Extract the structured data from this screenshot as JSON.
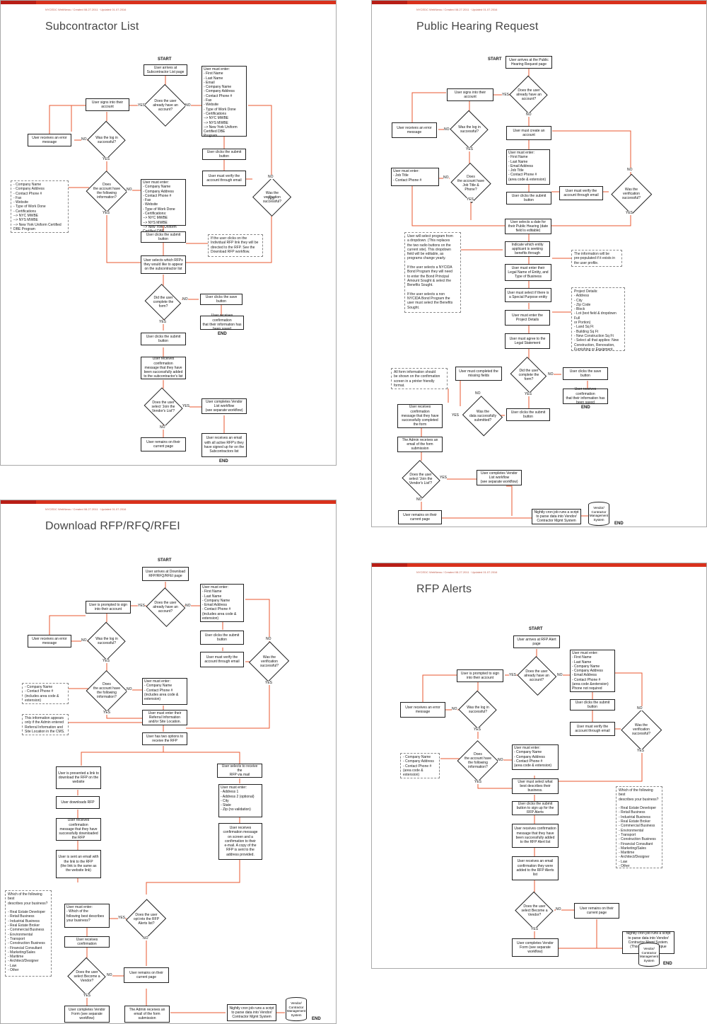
{
  "colors": {
    "accent": "#d9311c",
    "arrow": "#e8572f"
  },
  "meta_line": "NYCEDC WebNews / Created 08.27.2011 · Updated 01.07.2016",
  "common": {
    "start": "START",
    "end": "END",
    "yes": "YES",
    "no": "NO"
  },
  "subcontractor": {
    "title": "Subcontractor List",
    "arrive": "User arrives at\nSubcontractor List page",
    "has_account": "Does the user\nalready have an\naccount?",
    "signin": "User signs into their\naccount",
    "must_enter": "User must enter:\n- First Name\n- Last Name\n- Email\n- Company Name\n- Company Address\n- Contact Phone #\n-  Fax\n- Website\n- Type of Work Done\n- Certifications\n   --> NYC MWBE\n   --> NYS MWBE\n   --> New York Uniform\n         Certified DBE\n         Program",
    "error": "User receives an error\nmessage",
    "login_ok": "Was the log in\nsuccessful?",
    "clicks_submit": "User clicks the submit\nbutton",
    "verify": "User must verify the\naccount through email",
    "verify_ok": "Was the\nverification\nsuccessful?",
    "has_info": "Does\nthe account have\nthe following\ninformation?",
    "info_list": "- Company Name\n- Company Address\n- Contact Phone #\n- Fax\n- Website\n- Type of Work Done\n- Certifications\n   --> NYC MWBE\n   --> NYS MWBE\n   --> New York Uniform Certified\n         DBE Program",
    "must_enter2": "User must enter:\n- Company Name\n- Company Address\n- Contact Phone #\n-  Fax\n- Website\n- Type of Work Done\n- Certifications:\n   --> NYC MWBE\n   --> NYS MWBE\n   --> New York Uniform\n         Certified DBE\n         Program",
    "clicks_submit2": "User clicks the submit\nbutton",
    "note_rfp": "If the user clicks on the\nIndividual RFP link they will be\ndirected to the RFP.  See the\nDownload RFP workflow.",
    "selects_rfps": "User selects which RFPs\nthey would like to appear\non the subcontractor list",
    "complete_form": "Did the user\ncomplete the\nform?",
    "clicks_save": "User clicks the save\nbutton",
    "saved_confirm": "User receives confirmation\nthat their information has\nbeen saved",
    "clicks_submit3": "User clicks the submit\nbutton",
    "added_confirm": "User receives confirmation\nmessage that they have\nbeen successfully added\nto the subcontractor's list",
    "join_vendor": "Does the user\nselect 'Join the\nVendor's List'?",
    "vendor_workflow": "User completes Vendor\nList workflow\n(see separate workflow)",
    "remains": "User remains on their\ncurrent page",
    "email_rfps": "User receives an email\nwith all active RFP's they\nhave signed up for on the\nSubcontractors list"
  },
  "hearing": {
    "title": "Public Hearing Request",
    "arrive": "User arrives at the Public\nHearing Request page",
    "has_account": "Does the user\nalready have an\naccount?",
    "signin": "User signs into their\naccount",
    "error": "User receives an error\nmessage",
    "login_ok": "Was the log in\nsuccessful?",
    "create": "User must create an\naccount",
    "must_enter": "User must enter:\n- First Name\n- Last Name\n- Email Address\n- Job Title\n- Contact Phone #\n  (area code & extension)",
    "must_enter_job": "User must enter:\n - Job Title\n - Contact Phone #",
    "has_job": "Does\nthe account have\nJob Title &\nPhone?",
    "clicks_submit": "User clicks the submit\nbutton",
    "verify": "User must verify the\naccount through email",
    "verify_ok": "Was the\nverification\nsuccessful?",
    "date": "User selects a date for\ntheir Public Hearing (date\nfield is editable)",
    "program_note": "User will select program from\na dropdown.  (This replaces\nthe two radio buttons on the\ncurrent site).  This dropdown\nfield will be editable, as\nprograms change yearly.\n\nIf the user selects a NYCIDA\nBond Program they will need\nto enter the Bond Principal\nAmount Sought & select the\nBenefits Sought.\n\nIf the user selects a non\nNYCIDA Bond Program the\nuser must select the  Benefits\nSought.",
    "indicate": "Indicate which entity\napplicant is seeking\nbenefits through",
    "prepop": "The information will be\npre-populated if it exists in\nthe user profile.",
    "legal_name": "User must enter their\nLegal Name of Entity, and\nType of Business",
    "special": "User must select if there is\na Special Purpose entity",
    "project_details": "Project Details:\n- Address\n- City\n- Zip Code\n- Block\n- Lot (text field & dropdown Full\n  or Portion)\n- Land Sq Ft\n- Building Sq Ft\n- New Construction Sq Ft\n- Select all that applies: New\n  Construction, Renovation,\n  Furnishing or Equipment.",
    "enter_project": "User must enter the\nProject Details",
    "agree": "User must agree to the\nLegal Statement",
    "printer_note": "All form information should\nbe shown on the confirmation\nscreen in a printer friendly\nformat.",
    "missing": "User must completed the\nmissing fields",
    "complete_form": "Did the user\ncomplete the\nform?",
    "clicks_save": "User clicks the save\nbutton",
    "saved_confirm": "User receives confirmation\nthat their information has\nbeen saved",
    "confirm_submitted": "User receives confirmation\nmessage that they have\nsuccessfully completed\nthe form",
    "submitted_ok": "Was the\ndata successfully\nsubmitted?",
    "clicks_submit2": "User clicks the submit\nbutton",
    "admin_email": "The Admin receives an\nemail of the form\nsubmission",
    "join_vendor": "Does the user\nselect 'Join the\nVendor's List'?",
    "vendor_workflow": "User completes Vendor\nList workflow\n(see separate workflow)",
    "remains": "User remains on their\ncurrent page",
    "cron": "Nightly cron job runs a script\nto parse data into Vendor/\nContractor Mgmt System",
    "vcms": "Vendor/\nContractor\nManagement\nSystem"
  },
  "download": {
    "title": "Download RFP/RFQ/RFEI",
    "arrive": "User arrives at Download\nRFP/RFQ/RFEI  page",
    "prompted": "User is prompted to sign\ninto their account",
    "has_account": "Does the user\nalready have an\naccount?",
    "must_enter": "User must enter:\n- First Name\n- Last Name\n- Company Name\n- Email Address\n- Contact Phone #\n  (includes area code &\n  extension)",
    "error": "User receives an error\nmessage",
    "login_ok": "Was the log in\nsuccessful?",
    "clicks_submit": "User clicks the submit\nbutton",
    "verify": "User must verify the\naccount through email",
    "verify_ok": "Was the\nverification\nsuccessful?",
    "info_list": "- Company Name\n- Contact Phone #\n  (includes area code &\n  extension)",
    "has_info": "Does\nthe account have\nthe following\ninformation?",
    "must_enter2": "User must enter:\n- Company Name\n- Contact Phone #\n  (includes area code &\n  extension)",
    "referral_note": "This information appears\nonly if the Admin entered\nReferral Information and\nSite Location in the CMS.",
    "referral": "User must enter their\nReferral Information\nand/or Site Location.",
    "two_options": "User has two options to\nreceive the RFP",
    "link": "User is presented a link to\ndownload the RFP on the\nwebsite",
    "via_mail": "User selects to receive the\nRFP via mail",
    "downloads": "User downloads RFP",
    "address": "User must enter:\n- Address 1\n- Address 2 (optional)\n- City\n- State\n- Zip (no validation)",
    "dl_confirm": "User receives confirmation\nmessage that they have\nsuccessfully downloaded\nthe RFP",
    "mail_confirm": "User receives\nconfirmation message\non screen and a\nconfirmation to their\ne-mail. A copy of the\nRFP is sent to the\naddress provided.",
    "email_link": "User is sent an email with\nthe link to the RFP\n(the link is the same as\nthe website link)",
    "business_note": "Which of the following best\ndescribes your business?\n\n- Real Estate Developer\n- Retail Business\n- Industrial Business\n- Real Estate Broker\n- Commercial Business\n- Environmental\n- Transport\n- Construction Business\n- Financial Consultant\n- Marketing/Sales\n- Maritime\n- Architect/Designer\n- Law\n- Other",
    "must_enter_biz": "User must enter:\n- Which of the\n  following best describes\n  your business?",
    "opt_in": "Does the user\nopt into the RFP\nAlerts list?",
    "receives_confirm": "User receives confirmation",
    "become_vendor": "Does the user\nselect Become a\nVendor?",
    "remains": "User remains on their\ncurrent page",
    "vendor_form": "User completes Vendor\nForm (see separate\nworkflow)",
    "admin_email": "The Admin receives an\nemail of the form\nsubmission",
    "cron": "Nightly cron job runs a script\nto parse data into Vendor/\nContractor Mgmt System",
    "vcms": "Vendor/\nContractor\nManagement\nSystem"
  },
  "alerts": {
    "title": "RFP Alerts",
    "arrive": "User arrives at RFP Alert\npage",
    "prompted": "User is prompted to sign\ninto their account",
    "has_account": "Does the user\nalready have an\naccount?",
    "must_enter": "User must enter:\n- First Name\n- Last Name\n- Company Name\n- Company Address\n- Email Address\n- Contact Phone #\n  (area code &extension)\n  Phone not required",
    "error": "User receives an error\nmessage",
    "login_ok": "Was the log in\nsuccessful?",
    "clicks_submit": "User clicks the submit\nbutton",
    "verify": "User must verify the\naccount through email",
    "verify_ok": "Was the\nverification\nsuccessful?",
    "info_list": "- Company Name\n- Company Address\n- Contact Phone #\n  (area code &\n  extension)",
    "has_info": "Does\nthe account have\nthe following\ninformation?",
    "must_enter2": "User must enter:\n- Company Name\n- Company Address\n- Contact Phone #\n  (area code & extension)",
    "describes": "User must select what\nbest describes their\nbusiness.",
    "business_note": "Which of the following best\ndescribes your business?\n\n- Real Estate Developer\n- Retail Business\n- Industrial Business\n- Real Estate Broker\n- Commercial Business\n- Environmental\n- Transport\n- Construction Business\n- Financial Consultant\n- Marketing/Sales\n- Maritime\n- Architect/Designer\n- Law\n- Other",
    "clicks_submit2": "User clicks the submit\nbutton to sign up for the\nRFP Alerts",
    "confirm_added": "User receives confirmation\nmessage that they have\nbeen successfully added\nto the RFP Alert list",
    "email_confirm": "User receives an email\nconfirmation they were\nadded to the RFP Alerts\nlist",
    "become_vendor": "Does the user\nselect Become a\nVendor?",
    "remains": "User remains on their\ncurrent page",
    "vendor_form": "User completes Vendor\nForm (see separate\nworkflow)",
    "cron": "Nightly cron job runs a script\nto parse data into Vendor/\nContractor Mgmt System.\n(This includes a unqiue\nDrupal ID)",
    "vcms": "Vendor/\nContractor\nManagement\nSystem"
  }
}
